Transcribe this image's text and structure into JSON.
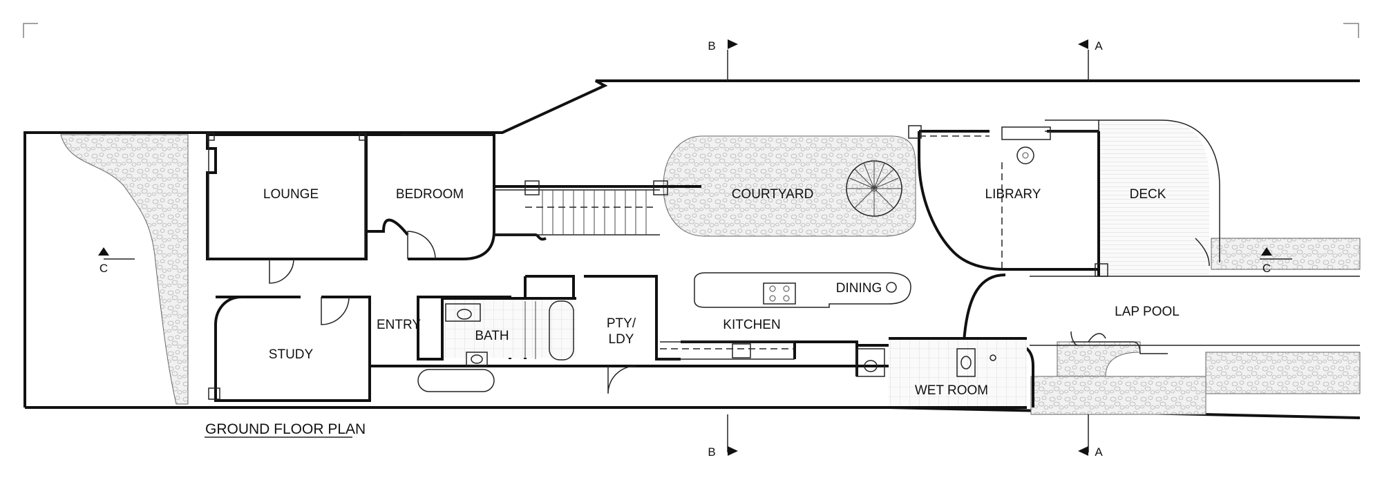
{
  "drawing": {
    "title": "GROUND FLOOR PLAN"
  },
  "rooms": {
    "lounge": "LOUNGE",
    "bedroom": "BEDROOM",
    "courtyard": "COURTYARD",
    "library": "LIBRARY",
    "deck": "DECK",
    "dining": "DINING",
    "kitchen": "KITCHEN",
    "entry": "ENTRY",
    "bath": "BATH",
    "pty_line1": "PTY/",
    "pty_line2": "LDY",
    "study": "STUDY",
    "wet_room": "WET ROOM",
    "lap_pool": "LAP POOL"
  },
  "section_markers": {
    "a_top": "A",
    "a_bottom": "A",
    "b_top": "B",
    "b_bottom": "B",
    "c_left": "C",
    "c_right": "C"
  }
}
